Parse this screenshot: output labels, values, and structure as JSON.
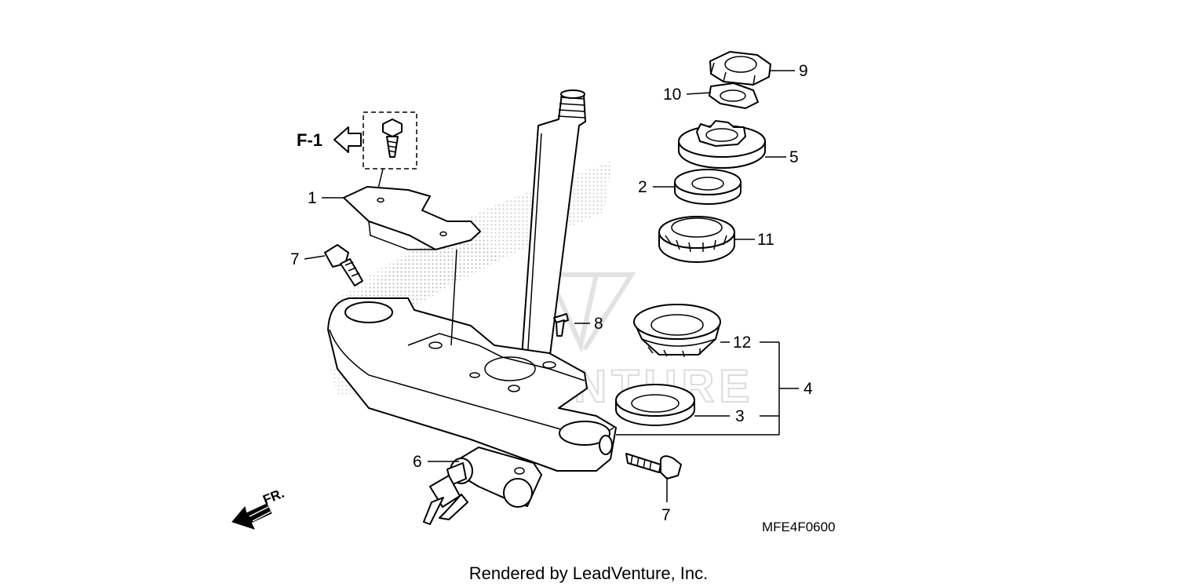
{
  "diagram": {
    "callouts": [
      "1",
      "2",
      "3",
      "4",
      "5",
      "6",
      "7",
      "7",
      "8",
      "9",
      "10",
      "11",
      "12"
    ],
    "reference_arrow": "F-1",
    "direction_marker": "FR.",
    "diagram_code": "MFE4F0600",
    "watermark": "LEADVENTURE",
    "footer": "Rendered by LeadVenture, Inc."
  }
}
